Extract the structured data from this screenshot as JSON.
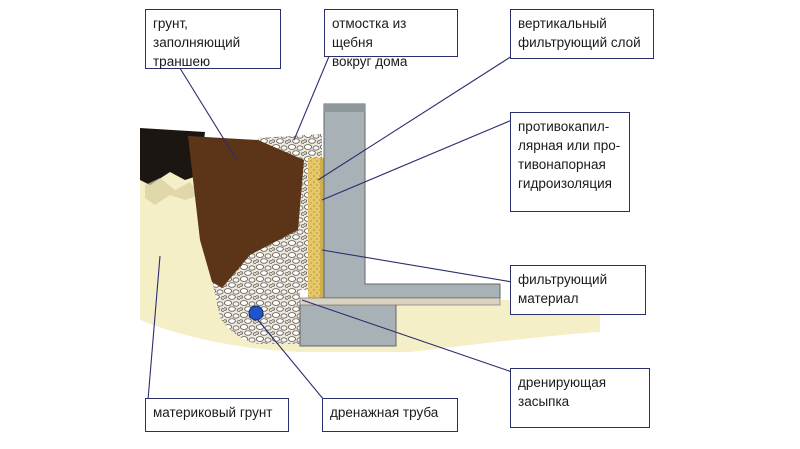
{
  "labels": {
    "trench_fill_soil": "грунт, заполняющий\nтраншею",
    "gravel_blind_area": "отмостка из щебня\nвокруг дома",
    "vertical_filter_layer": "вертикальный\nфильтрующий слой",
    "capillary_waterproofing": "противокапил-\nлярная или про-\nтивонапорная\nгидроизоляция",
    "filter_material": "фильтрующий\nматериал",
    "drainage_backfill": "дренирующая\nзасыпка",
    "native_soil": "материковый грунт",
    "drain_pipe": "дренажная труба"
  },
  "colors": {
    "box_border": "#2a2f6e",
    "leader_line": "#2a2f6e",
    "native_soil": "#f4efc6",
    "trench_soil": "#5c3418",
    "gravel": "#cfc9bd",
    "foundation": "#a8b1b5",
    "filter_layer": "#e6c76a",
    "pipe": "#1f55c8",
    "dark_soil": "#1b1611"
  }
}
